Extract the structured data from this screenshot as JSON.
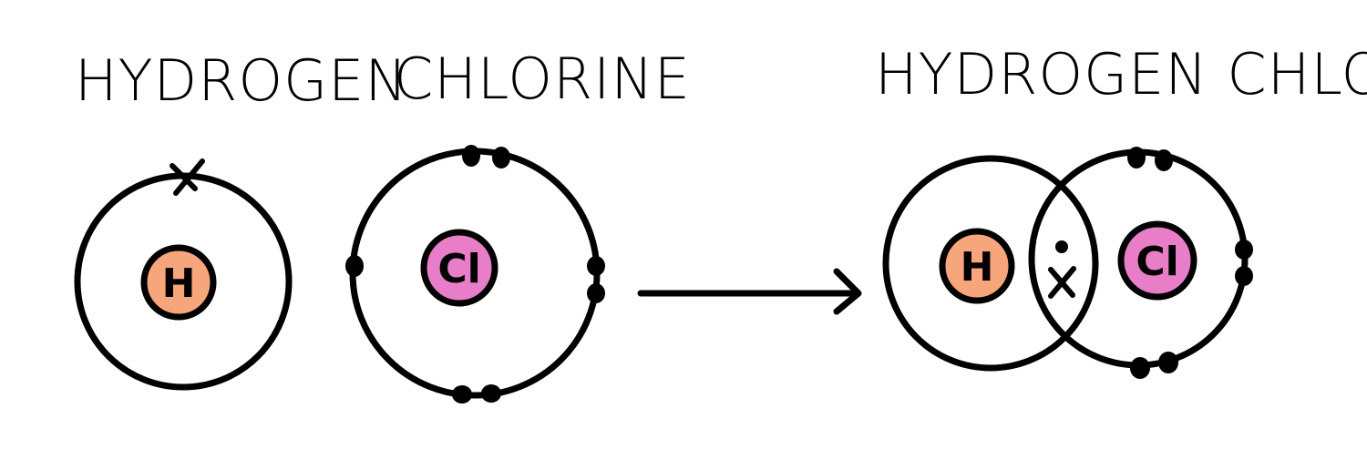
{
  "labels": {
    "hydrogen": "HYDROGEN",
    "chlorine": "CHLORINE",
    "product": "HYDROGEN CHLORIDE"
  },
  "symbols": {
    "hydrogen": "H",
    "chlorine": "Cl",
    "product_hydrogen": "H",
    "product_chlorine": "Cl"
  },
  "colors": {
    "hydrogen_nucleus": "#F7A57A",
    "chlorine_nucleus": "#E97EC8",
    "line": "#000000",
    "background": "#FFFFFF"
  },
  "icons": {
    "reaction_arrow": "right-arrow-icon",
    "hydrogen_electron": "cross-icon",
    "chlorine_electron": "dot-icon"
  }
}
